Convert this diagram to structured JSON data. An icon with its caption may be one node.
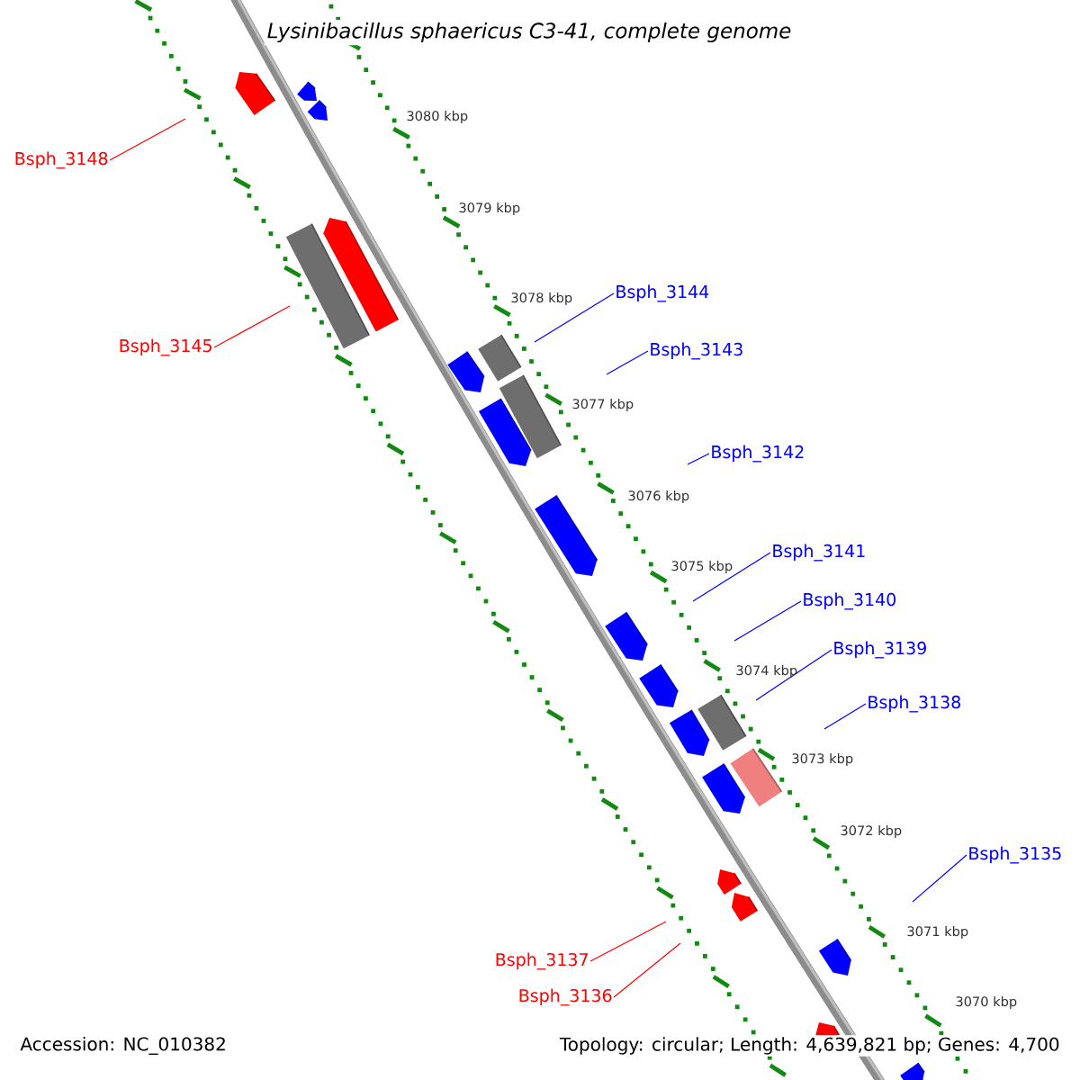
{
  "diagram": {
    "title": "*Lysinibacillus sphaericus* C3-41, complete genome",
    "nodes": [
      {
        "text": [
          "Bsph_3148"
        ]
      },
      {
        "text": [
          "Bsph_3144"
        ]
      },
      {
        "text": [
          "Bsph_3145"
        ]
      },
      {
        "text": [
          "Bsph_3143"
        ]
      },
      {
        "text": [
          "Bsph_3142"
        ]
      },
      {
        "text": [
          "Bsph_3141"
        ]
      },
      {
        "text": [
          "Bsph_3140"
        ]
      },
      {
        "text": [
          "Bsph_3139"
        ]
      },
      {
        "text": [
          "Bsph_3138"
        ]
      },
      {
        "text": [
          "Bsph_3135"
        ]
      },
      {
        "text": [
          "Bsph_3137"
        ]
      },
      {
        "text": [
          "Bsph_3136"
        ]
      }
    ],
    "edges": [
      {
        "from": 0,
        "to": null,
        "arrow": "none",
        "color": "#ff0000"
      },
      {
        "from": 1,
        "to": null,
        "arrow": "none"
      },
      {
        "from": 2,
        "to": null,
        "arrow": "none",
        "color": "#ff0000"
      },
      {
        "from": 3,
        "to": null,
        "arrow": "none"
      },
      {
        "from": 4,
        "to": null,
        "arrow": "none"
      },
      {
        "from": 5,
        "to": null,
        "arrow": "none"
      },
      {
        "from": 6,
        "to": null,
        "arrow": "none"
      },
      {
        "from": 7,
        "to": null,
        "arrow": "none"
      },
      {
        "from": 8,
        "to": null,
        "arrow": "none"
      },
      {
        "from": 9,
        "to": null,
        "arrow": "none"
      },
      {
        "from": 10,
        "to": null,
        "arrow": "none",
        "color": "#ff0000"
      },
      {
        "from": 11,
        "to": null,
        "arrow": "none",
        "color": "#ff0000"
      }
    ],
    "labels": [
      "3080 kbp",
      "3079 kbp",
      "3078 kbp",
      "3077 kbp",
      "3076 kbp",
      "3075 kbp",
      "3074 kbp",
      "3073 kbp",
      "3072 kbp",
      "3071 kbp",
      "3070 kbp",
      "Accession: NC_010382",
      "Topology: circular; Length: 4,639,821 bp; Genes: 4,700"
    ]
  }
}
